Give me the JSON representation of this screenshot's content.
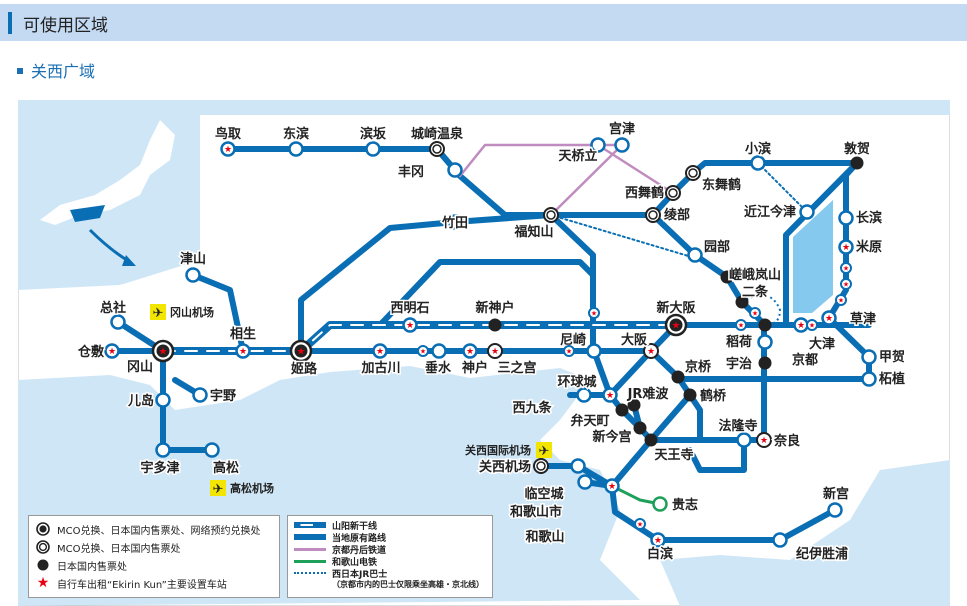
{
  "header": {
    "title": "可使用区域"
  },
  "section": {
    "title": "关西广域"
  },
  "colors": {
    "jr_blue": "#0a6eb4",
    "tango": "#c08cc0",
    "wakayama_dentetsu": "#1fa05a",
    "star": "#e60012",
    "lake": "#86c9ee",
    "sea": "#cfe6f6"
  },
  "airports": {
    "okayama": "冈山机场",
    "kansai": "关西国际机场",
    "takamatsu": "高松机场"
  },
  "stations": {
    "tottori": {
      "name": "鸟取",
      "marker": "star"
    },
    "higashihama": {
      "name": "东滨",
      "marker": "plain"
    },
    "hamasaka": {
      "name": "滨坂",
      "marker": "plain"
    },
    "kinosaki": {
      "name": "城崎温泉",
      "marker": "mco"
    },
    "toyooka": {
      "name": "丰冈",
      "marker": "plain"
    },
    "miyazu": {
      "name": "宫津",
      "marker": "plain"
    },
    "amanohashidate": {
      "name": "天桥立",
      "marker": "plain"
    },
    "nishimaizuru": {
      "name": "西舞鹤",
      "marker": "mco"
    },
    "higashimaizuru": {
      "name": "东舞鹤",
      "marker": "mco"
    },
    "ayabe": {
      "name": "绫部",
      "marker": "mco"
    },
    "fukuchiyama": {
      "name": "福知山",
      "marker": "mco"
    },
    "takeda": {
      "name": "竹田",
      "marker": "plain"
    },
    "sonobe": {
      "name": "园部",
      "marker": "plain"
    },
    "obama": {
      "name": "小滨",
      "marker": "plain"
    },
    "tsuruga": {
      "name": "敦贺",
      "marker": "ticket"
    },
    "omiimazu": {
      "name": "近江今津",
      "marker": "plain"
    },
    "nagahama": {
      "name": "长滨",
      "marker": "plain"
    },
    "maibara": {
      "name": "米原",
      "marker": "star"
    },
    "kusatsu": {
      "name": "草津",
      "marker": "star"
    },
    "otsu": {
      "name": "大津",
      "marker": "star"
    },
    "kyoto": {
      "name": "京都",
      "marker": "ticket"
    },
    "nijo": {
      "name": "二条",
      "marker": "ticket"
    },
    "sagaarashiyama": {
      "name": "嵯峨岚山",
      "marker": "ticket"
    },
    "inari": {
      "name": "稻荷",
      "marker": "plain"
    },
    "uji": {
      "name": "宇治",
      "marker": "ticket"
    },
    "koka": {
      "name": "甲贺",
      "marker": "plain"
    },
    "tsuge": {
      "name": "柘植",
      "marker": "plain"
    },
    "shinosaka": {
      "name": "新大阪",
      "marker": "mco-full-star"
    },
    "osaka": {
      "name": "大阪",
      "marker": "mco-star"
    },
    "amagasaki": {
      "name": "尼崎",
      "marker": "plain"
    },
    "shinkobe": {
      "name": "新神户",
      "marker": "ticket"
    },
    "nishiakashi": {
      "name": "西明石",
      "marker": "star"
    },
    "kakogawa": {
      "name": "加古川",
      "marker": "star"
    },
    "tarumi": {
      "name": "垂水",
      "marker": "plain"
    },
    "kobe": {
      "name": "神户",
      "marker": "star"
    },
    "sannomiya": {
      "name": "三之宫",
      "marker": "mco-star"
    },
    "himeji": {
      "name": "姬路",
      "marker": "mco-full-star"
    },
    "aioi": {
      "name": "相生",
      "marker": "star"
    },
    "okayama": {
      "name": "冈山",
      "marker": "mco-full-star"
    },
    "kurashiki": {
      "name": "仓敷",
      "marker": "star"
    },
    "soja": {
      "name": "总社",
      "marker": "plain"
    },
    "tsuyama": {
      "name": "津山",
      "marker": "plain"
    },
    "uno": {
      "name": "宇野",
      "marker": "plain"
    },
    "kojima": {
      "name": "儿岛",
      "marker": "plain"
    },
    "utazu": {
      "name": "宇多津",
      "marker": "plain"
    },
    "takamatsu": {
      "name": "高松",
      "marker": "plain"
    },
    "kyobashi": {
      "name": "京桥",
      "marker": "ticket"
    },
    "tsuruhashi": {
      "name": "鹤桥",
      "marker": "ticket"
    },
    "universalcity": {
      "name": "环球城",
      "marker": "plain"
    },
    "nishikujo": {
      "name": "西九条",
      "marker": "star"
    },
    "jrnamba": {
      "name": "JR难波",
      "marker": "ticket"
    },
    "bentencho": {
      "name": "弁天町",
      "marker": "ticket"
    },
    "shinimamiya": {
      "name": "新今宫",
      "marker": "ticket"
    },
    "tennoji": {
      "name": "天王寺",
      "marker": "ticket"
    },
    "horyuji": {
      "name": "法隆寺",
      "marker": "plain"
    },
    "nara": {
      "name": "奈良",
      "marker": "mco-star"
    },
    "kansaiairport": {
      "name": "关西机场",
      "marker": "mco"
    },
    "rinkutown": {
      "name": "临空城",
      "marker": "plain"
    },
    "wakayamashi": {
      "name": "和歌山市",
      "marker": "plain"
    },
    "wakayama": {
      "name": "和歌山",
      "marker": "star"
    },
    "kishi": {
      "name": "贵志",
      "marker": "plain"
    },
    "shirahama": {
      "name": "白滨",
      "marker": "star"
    },
    "kiikatsuura": {
      "name": "纪伊胜浦",
      "marker": "plain"
    },
    "shingu": {
      "name": "新宫",
      "marker": "plain"
    }
  },
  "legend_markers": [
    "MCO兑换、日本国内售票处、网络预约兑换处",
    "MCO兑换、日本国内售票处",
    "日本国内售票处",
    "自行车出租“Ekirin Kun”主要设置车站"
  ],
  "legend_lines": [
    "山阳新干线",
    "当地原有路线",
    "京都丹后铁道",
    "和歌山电铁",
    "西日本JR巴士"
  ],
  "legend_note": "（京都市内的巴士仅限乘坐高雄・京北线）"
}
